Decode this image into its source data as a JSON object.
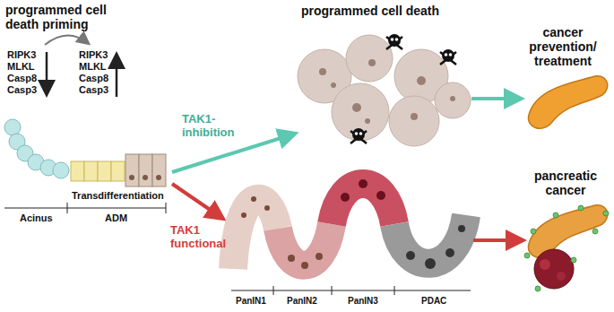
{
  "diagram": {
    "labels": [
      "programmed cell death priming",
      "RIPK3",
      "MLKL",
      "Casp8",
      "Casp3",
      "RIPK3",
      "MLKL",
      "Casp8",
      "Casp3",
      "Transdifferentiation",
      "Acinus",
      "ADM",
      "programmed cell death",
      "TAK1-inhibition",
      "TAK1 functional",
      "cancer prevention/ treatment",
      "pancreatic cancer",
      "PanIN1",
      "PanIN2",
      "PanIN3",
      "PDAC"
    ]
  }
}
